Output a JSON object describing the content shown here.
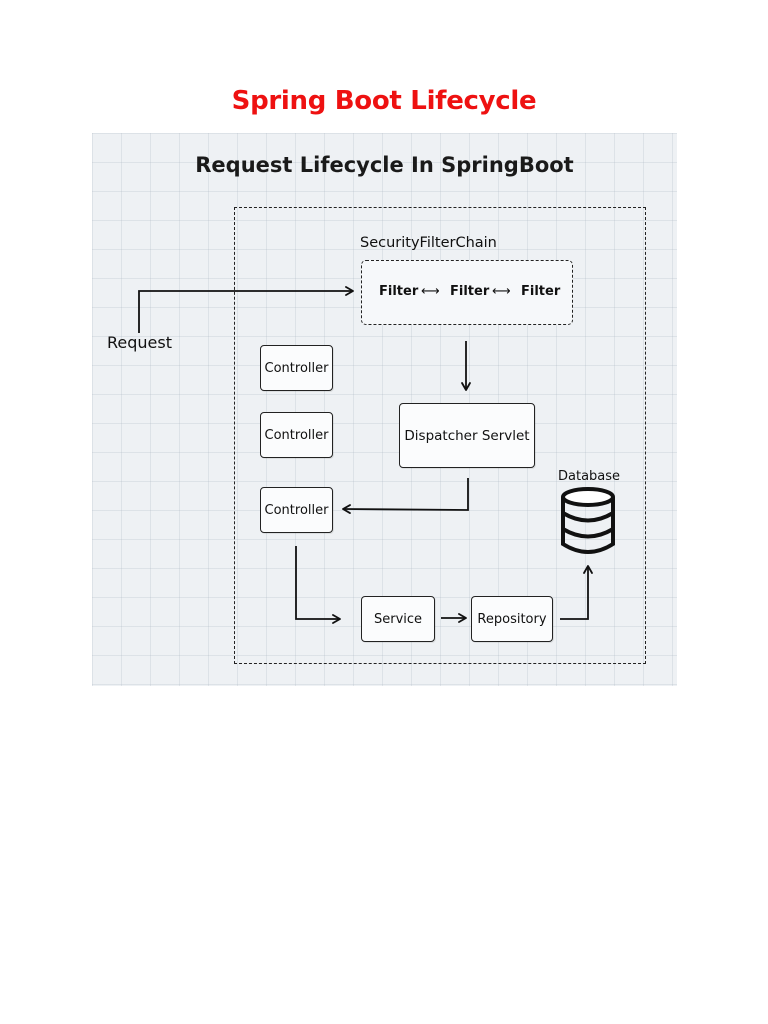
{
  "page": {
    "title": "Spring Boot Lifecycle"
  },
  "diagram": {
    "title": "Request Lifecycle In SpringBoot",
    "request_label": "Request",
    "security_filter_chain": {
      "label": "SecurityFilterChain",
      "filters": [
        "Filter",
        "Filter",
        "Filter"
      ],
      "separator": "⟷"
    },
    "nodes": {
      "controller_1": "Controller",
      "controller_2": "Controller",
      "controller_3": "Controller",
      "dispatcher_servlet": "Dispatcher Servlet",
      "service": "Service",
      "repository": "Repository",
      "database": "Database"
    },
    "icons": {
      "database": "database-icon"
    },
    "colors": {
      "title": "#ee1111",
      "panel_bg": "#eef1f4",
      "stroke": "#222222"
    }
  }
}
